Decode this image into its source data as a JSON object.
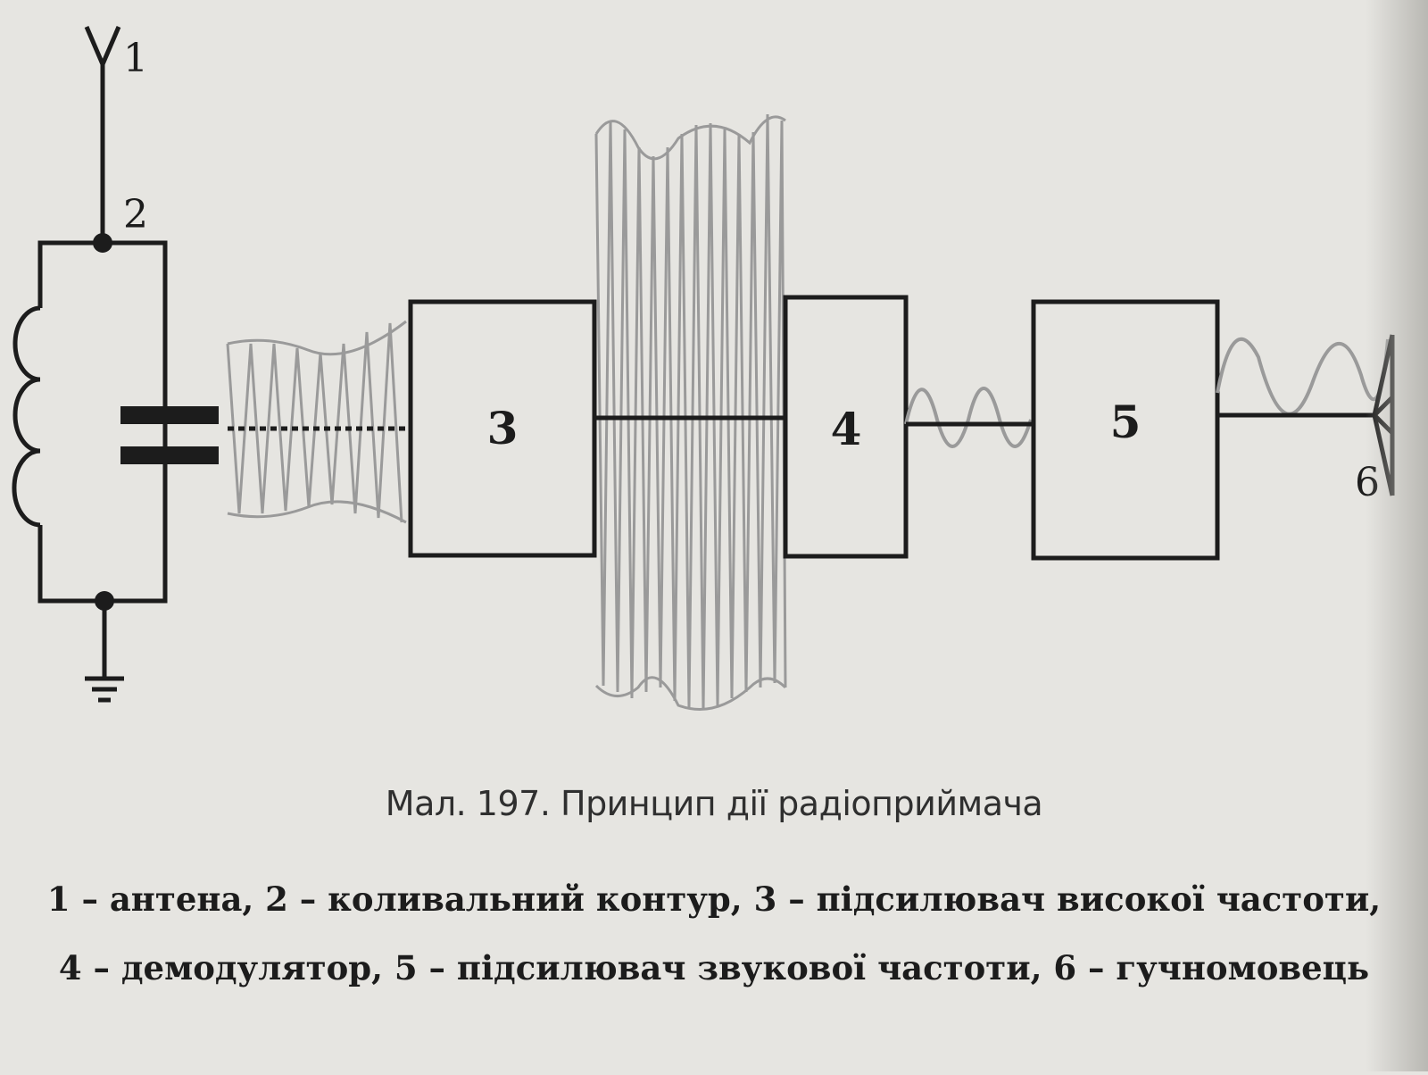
{
  "labels": {
    "n1": "1",
    "n2": "2",
    "n3": "3",
    "n4": "4",
    "n5": "5",
    "n6": "6"
  },
  "caption": "Мал. 197. Принцип дії радіоприймача",
  "legend": {
    "line1": "1 – антена, 2 – коливальний контур, 3 – підсилювач високої частоти,",
    "line2": "4 – демодулятор, 5 – підсилювач звукової частоти, 6 – гучномовець"
  },
  "colors": {
    "ink": "#1c1c1c",
    "wave": "#9a9a9a",
    "paper": "#e6e5e1"
  }
}
